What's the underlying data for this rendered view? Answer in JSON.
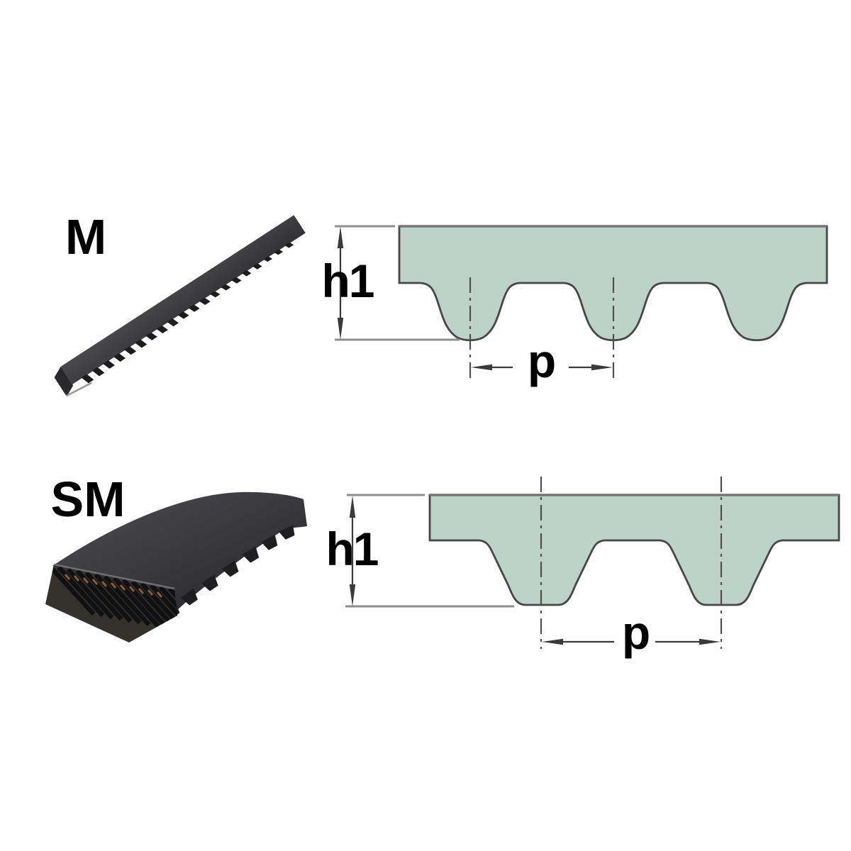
{
  "colors": {
    "background": "#ffffff",
    "belt_fill": "#bdd3c9",
    "outline": "#474747",
    "extension_line": "#8e8e8e",
    "dimension_line": "#3a3a3a",
    "centerline": "#4f4f4f",
    "label": "#000000",
    "photo_belt_dark": "#3d3d40",
    "photo_teeth_dark": "#1c1c1f"
  },
  "sections": [
    {
      "id": "m",
      "type_label": "M",
      "height_label": "h1",
      "pitch_label": "p"
    },
    {
      "id": "sm",
      "type_label": "SM",
      "height_label": "h1",
      "pitch_label": "p"
    }
  ]
}
